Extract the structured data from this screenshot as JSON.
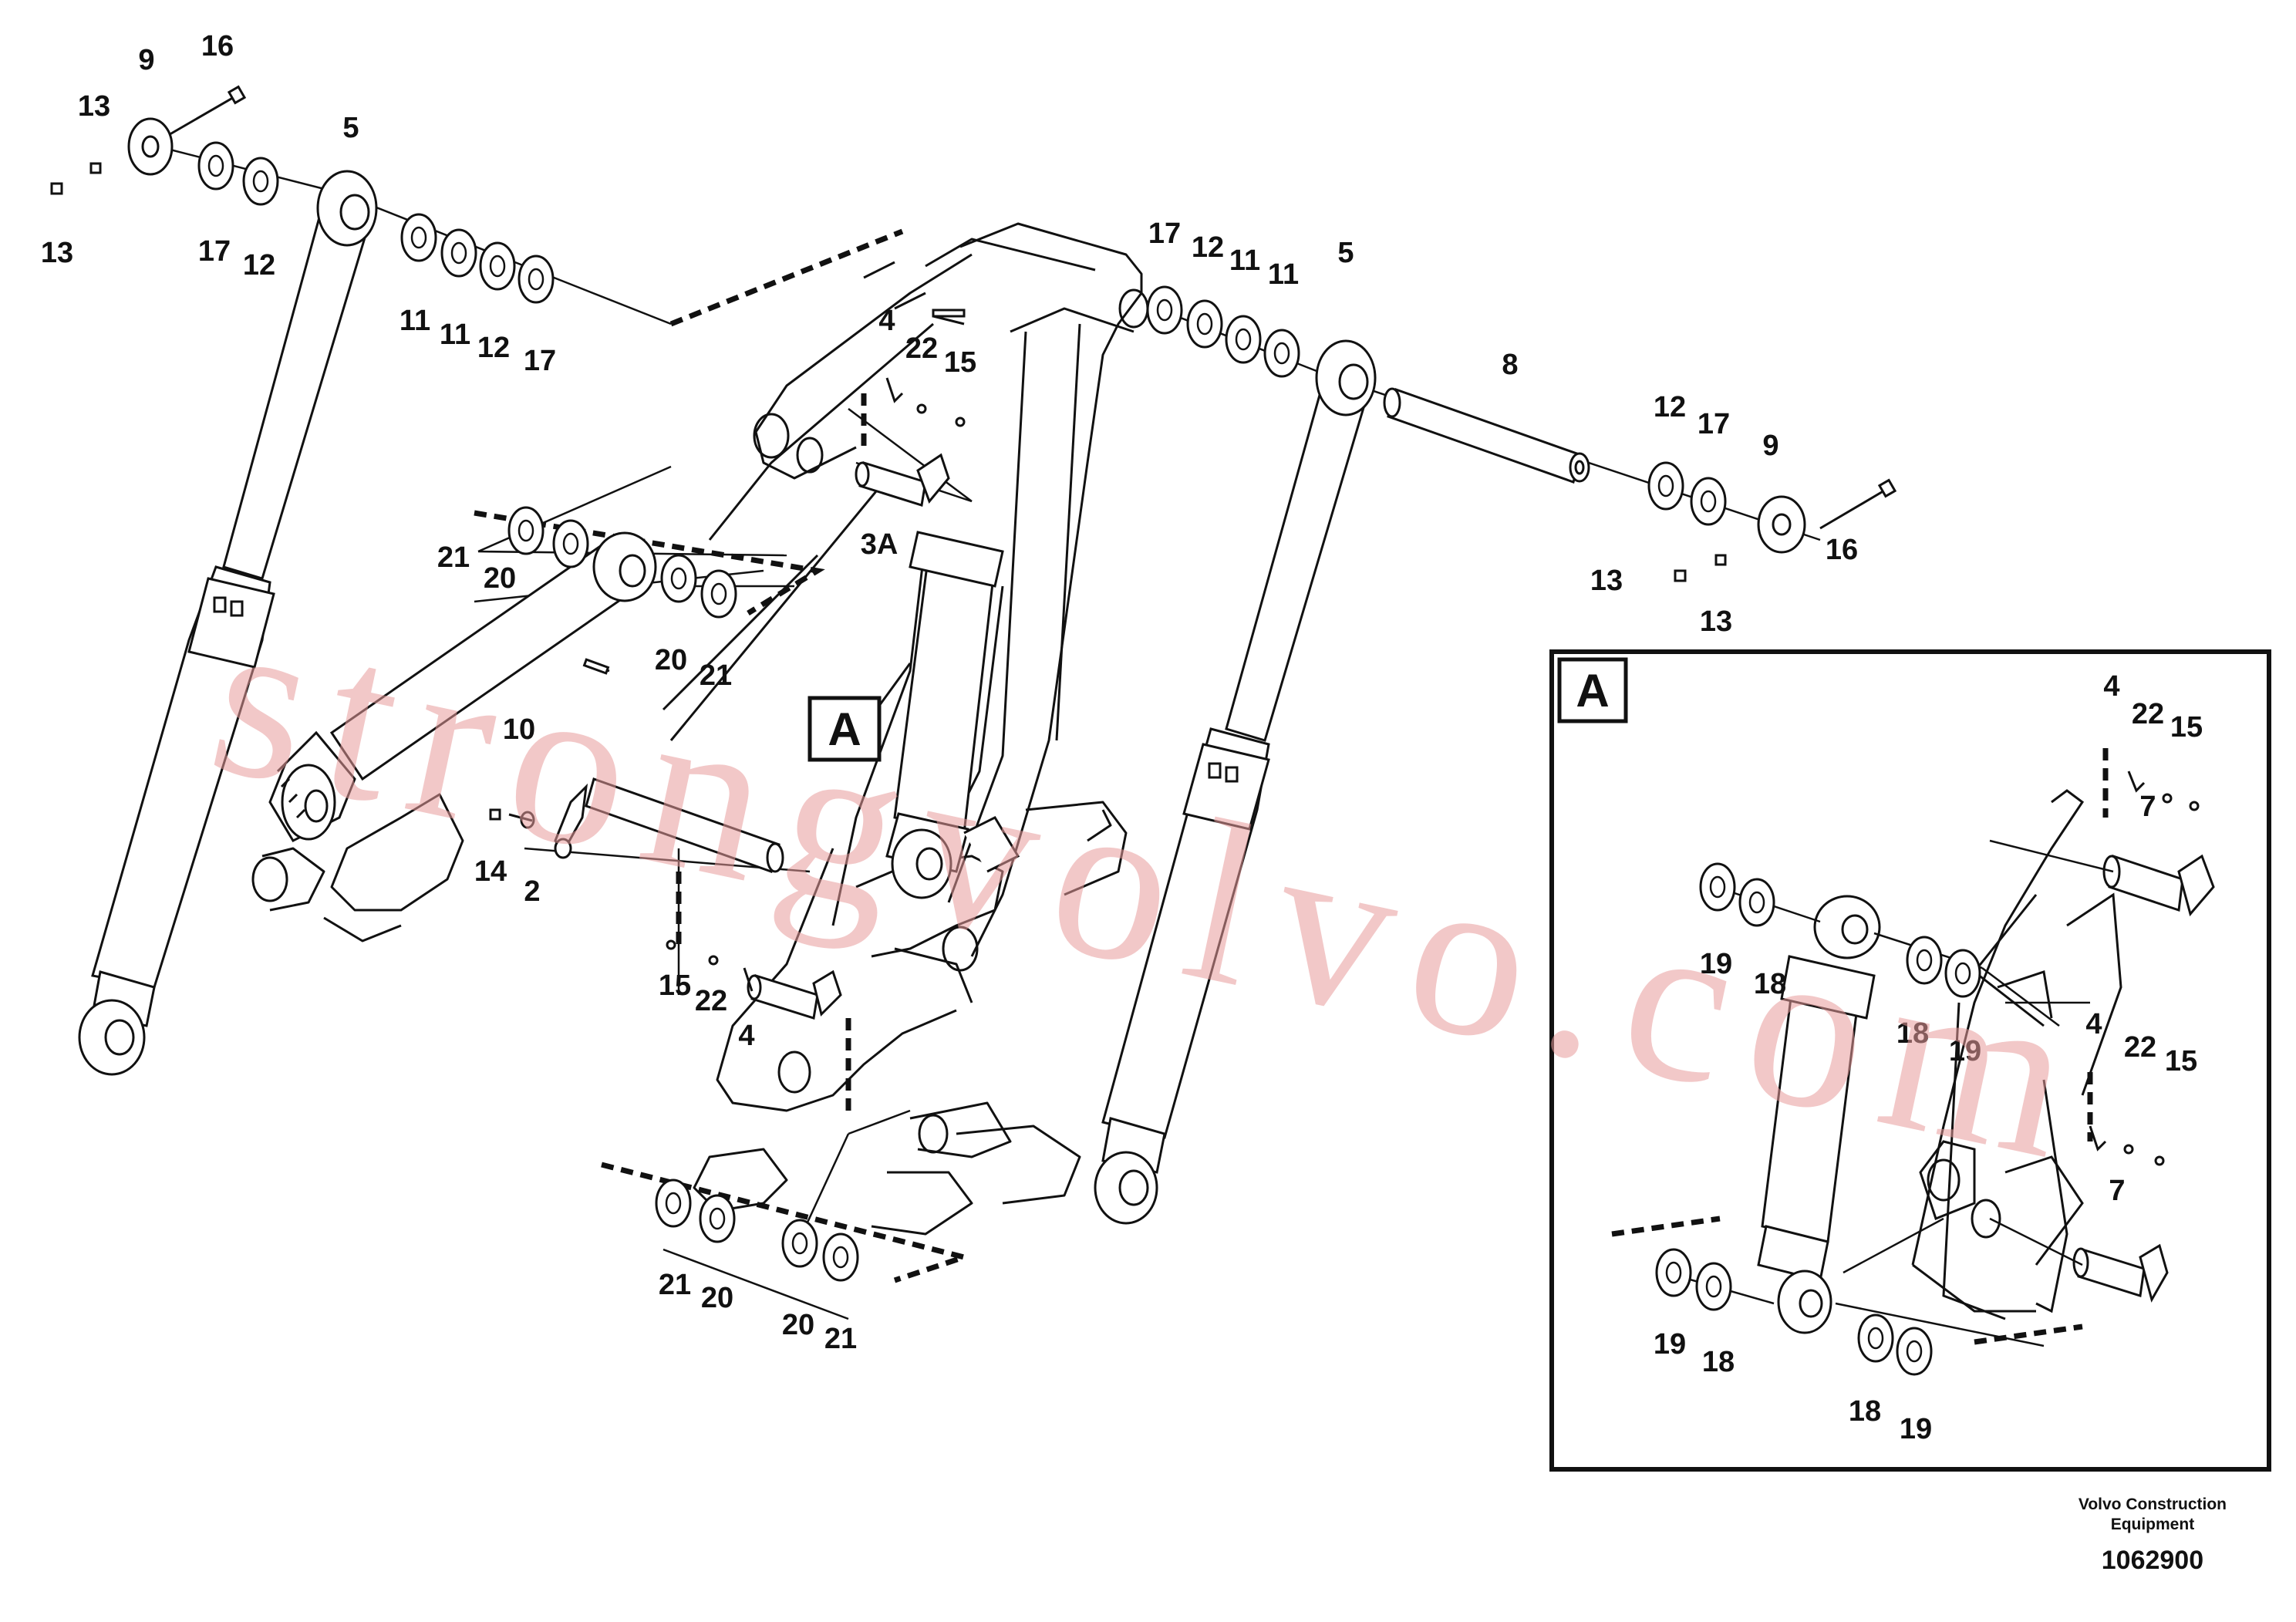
{
  "watermark": "strongvolvo.com",
  "detail": {
    "letter": "A",
    "inset_letter": "A"
  },
  "labels": {
    "p16a": "16",
    "p9a": "9",
    "p13a": "13",
    "p13b": "13",
    "p17a": "17",
    "p12a": "12",
    "p5a": "5",
    "p11a": "11",
    "p11b": "11",
    "p12b": "12",
    "p17b": "17",
    "p17c": "17",
    "p12c": "12",
    "p11c": "11",
    "p11d": "11",
    "p5b": "5",
    "p8": "8",
    "p12d": "12",
    "p17d": "17",
    "p9b": "9",
    "p16b": "16",
    "p13c": "13",
    "p13d": "13",
    "p4a": "4",
    "p22a": "22",
    "p15a": "15",
    "p3a": "3A",
    "p21a": "21",
    "p20a": "20",
    "p20b": "20",
    "p21b": "21",
    "p10": "10",
    "p14": "14",
    "p2": "2",
    "p15b": "15",
    "p22b": "22",
    "p4b": "4",
    "p21c": "21",
    "p20c": "20",
    "p20d": "20",
    "p21d": "21",
    "i4a": "4",
    "i22a": "22",
    "i15a": "15",
    "i7a": "7",
    "i19a": "19",
    "i18a": "18",
    "i18b": "18",
    "i19b": "19",
    "i4b": "4",
    "i22b": "22",
    "i15b": "15",
    "i7b": "7",
    "i19c": "19",
    "i18c": "18",
    "i18d": "18",
    "i19d": "19"
  },
  "footer": {
    "brand_line1": "Volvo Construction",
    "brand_line2": "Equipment",
    "part_number": "1062900"
  }
}
